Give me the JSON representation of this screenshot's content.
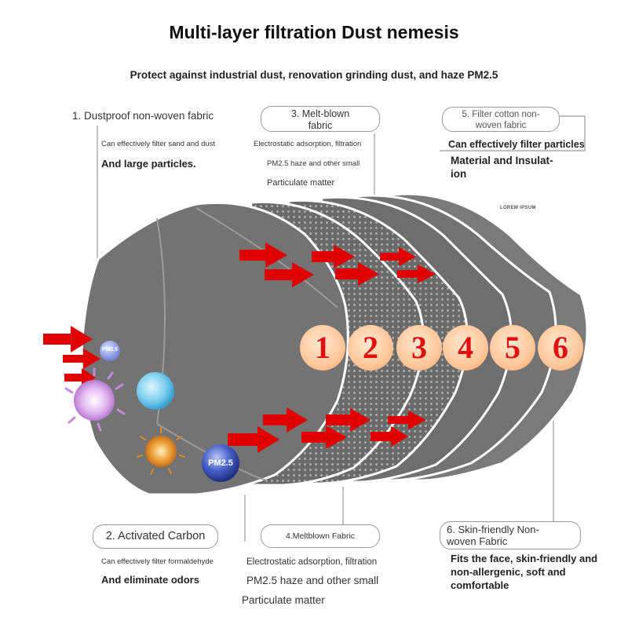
{
  "header": {
    "title": "Multi-layer filtration Dust nemesis",
    "subtitle": "Protect against industrial dust, renovation grinding dust, and haze PM2.5"
  },
  "layers": {
    "l1": {
      "label": "1. Dustproof non-woven fabric",
      "line1": "Can effectively filter sand and dust",
      "line2": "And large particles."
    },
    "l2": {
      "label": "2. Activated Carbon",
      "line1": "Can effectively filter formaldehyde",
      "line2": "And eliminate odors"
    },
    "l3": {
      "label_a": "3. Melt-blown",
      "label_b": "fabric",
      "line1": "Electrostatic adsorption, filtration",
      "line2": "PM2.5 haze and other small",
      "line3": "Particulate matter"
    },
    "l4": {
      "label": "4.Meltblown Fabric",
      "line1": "Electrostatic adsorption, filtration",
      "line2": "PM2.5 haze and other small",
      "line3": "Particulate matter"
    },
    "l5": {
      "label_a": "5. Filter cotton non-",
      "label_b": "woven fabric",
      "line1": "Can effectively filter particles",
      "line2": "Material and Insulat-",
      "line3": "ion"
    },
    "l6": {
      "label_a": "6. Skin-friendly Non-",
      "label_b": "woven Fabric",
      "line1": "Fits the face, skin-friendly and",
      "line2": "non-allergenic, soft and",
      "line3": "comfortable"
    }
  },
  "lorem": "LOREM IPSUM",
  "badges": {
    "pm_small": "PM2.5",
    "pm_large": "PM2.5"
  },
  "numbers": [
    "1",
    "2",
    "3",
    "4",
    "5",
    "6"
  ],
  "colors": {
    "mask_gray": "#6f6f6f",
    "mask_gray_light": "#8a8a8a",
    "arrow_red": "#e00000",
    "number_red": "#e01010",
    "number_bg": "#ffc79a"
  },
  "icons": [
    "red-arrow-icon",
    "virus-icon",
    "particle-icon",
    "bacteria-icon",
    "pm25-badge-icon"
  ]
}
